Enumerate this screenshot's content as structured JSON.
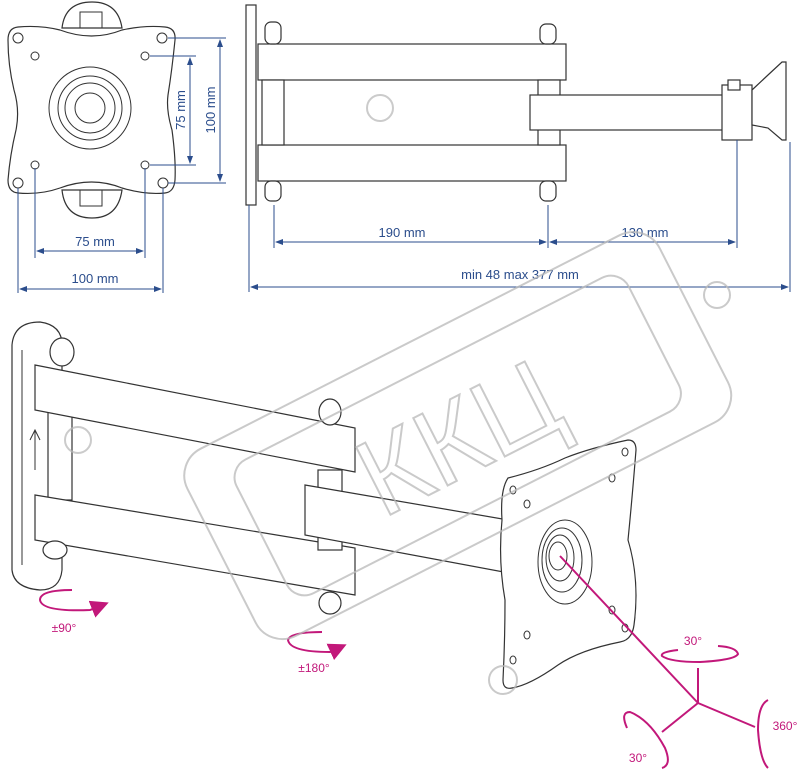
{
  "title_hidden": "",
  "colors": {
    "dimension": "#2b4d8c",
    "rotation": "#c2187a",
    "watermark": "#b9b9b9",
    "line": "#333333"
  },
  "front_view": {
    "dim_h_inner": "75 mm",
    "dim_h_outer": "100 mm",
    "dim_v_inner": "75 mm",
    "dim_v_outer": "100 mm"
  },
  "side_view": {
    "dim_arm1": "190 mm",
    "dim_arm2": "130 mm",
    "dim_total": "min 48 max 377 mm"
  },
  "rotations": {
    "wall_swivel": "±90°",
    "elbow_swivel": "±180°",
    "tilt_top": "30°",
    "rotate": "360°",
    "tilt_bottom": "30°"
  },
  "watermark": {
    "text": "ККЦ"
  }
}
